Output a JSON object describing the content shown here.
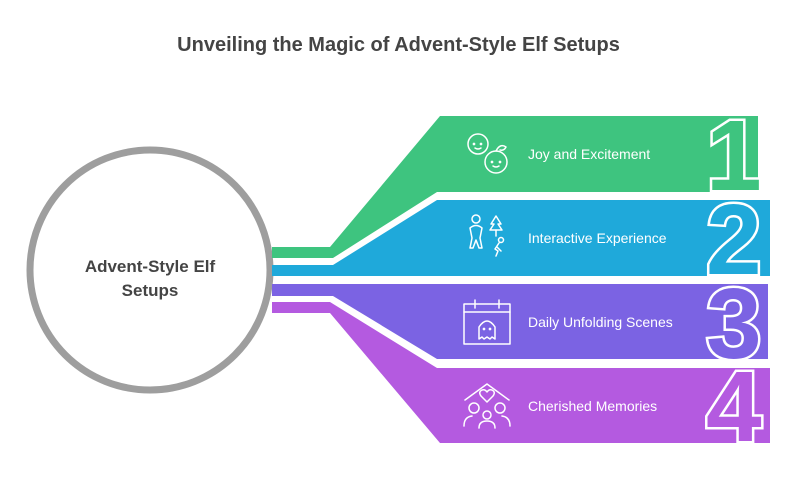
{
  "title": "Unveiling the Magic of Advent-Style Elf Setups",
  "center": {
    "line1": "Advent-Style Elf",
    "line2": "Setups"
  },
  "items": [
    {
      "number": "1",
      "label": "Joy and Excitement",
      "icon": "children-faces-icon",
      "color": "#3ec47f"
    },
    {
      "number": "2",
      "label": "Interactive Experience",
      "icon": "people-playing-tree-icon",
      "color": "#1fa9da"
    },
    {
      "number": "3",
      "label": "Daily Unfolding Scenes",
      "icon": "calendar-ghost-icon",
      "color": "#7b63e3"
    },
    {
      "number": "4",
      "label": "Cherished Memories",
      "icon": "family-home-heart-icon",
      "color": "#b45ae0"
    }
  ]
}
